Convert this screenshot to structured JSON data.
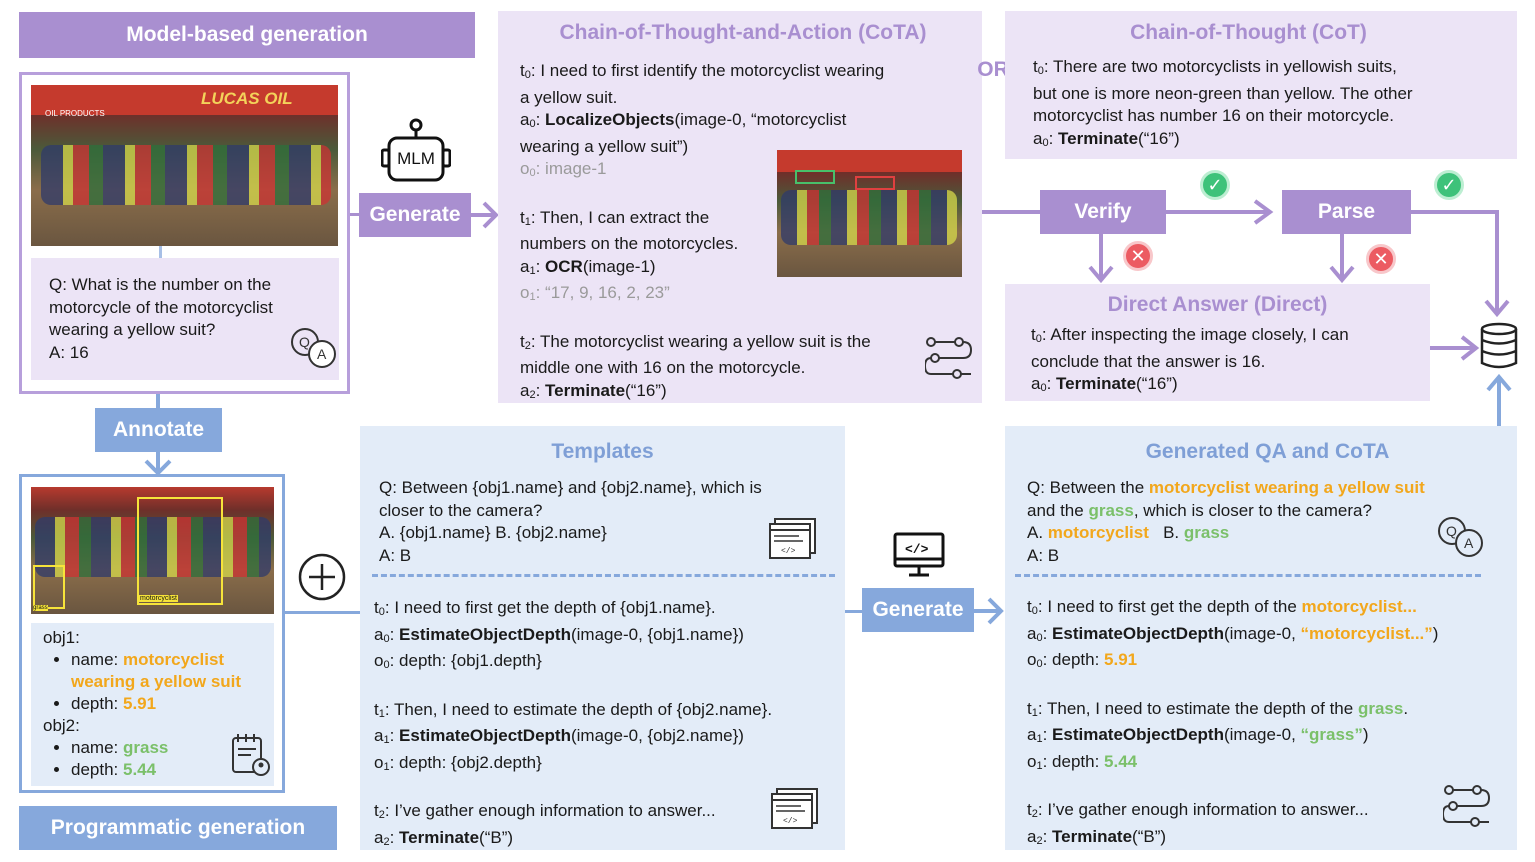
{
  "labels": {
    "model_based": "Model-based generation",
    "programmatic": "Programmatic generation",
    "annotate": "Annotate",
    "generate_top": "Generate",
    "generate_bottom": "Generate",
    "verify": "Verify",
    "parse": "Parse",
    "or": "OR",
    "mlm": "MLM"
  },
  "qa_box": {
    "q_lines": [
      "Q: What is the number on the",
      "motorcycle of the motorcyclist",
      "wearing a yellow suit?"
    ],
    "a": "A: 16"
  },
  "objects": {
    "obj1_head": "obj1:",
    "obj1_name_label": "name: ",
    "obj1_name_l1": "motorcyclist",
    "obj1_name_l2": "wearing a yellow suit",
    "obj1_depth_label": "depth: ",
    "obj1_depth": "5.91",
    "obj2_head": "obj2:",
    "obj2_name_label": "name: ",
    "obj2_name": "grass",
    "obj2_depth_label": "depth: ",
    "obj2_depth": "5.44"
  },
  "cota": {
    "title": "Chain-of-Thought-and-Action (CoTA)",
    "t0_l1": "I need to first identify the motorcyclist wearing",
    "t0_l2": "a yellow suit.",
    "a0_fn": "LocalizeObjects",
    "a0_args_l1": "(image-0, “motorcyclist",
    "a0_args_l2": "wearing a yellow suit”)",
    "o0": "image-1",
    "t1_l1": "Then, I can extract the",
    "t1_l2": "numbers on the motorcycles.",
    "a1_fn": "OCR",
    "a1_args": "(image-1)",
    "o1": "“17, 9, 16, 2, 23”",
    "t2_l1": "The motorcyclist wearing a yellow suit is the",
    "t2_l2": "middle one with 16 on the motorcycle.",
    "a2_fn": "Terminate",
    "a2_args": "(“16”)"
  },
  "cot": {
    "title": "Chain-of-Thought (CoT)",
    "t0_l1": "There are two motorcyclists in yellowish suits,",
    "t0_l2": "but one is more neon-green than yellow. The other",
    "t0_l3": "motorcyclist has number 16 on their motorcycle.",
    "a0_fn": "Terminate",
    "a0_args": "(“16”)"
  },
  "direct": {
    "title": "Direct Answer (Direct)",
    "t0_l1": "After inspecting the image closely, I can",
    "t0_l2": "conclude that the answer is 16.",
    "a0_fn": "Terminate",
    "a0_args": "(“16”)"
  },
  "templates": {
    "title": "Templates",
    "q_l1": "Q: Between {obj1.name} and {obj2.name}, which is",
    "q_l2": "closer to the camera?",
    "opts": "A. {obj1.name}  B. {obj2.name}",
    "a": "A: B",
    "t0": "I need to first get the depth of {obj1.name}.",
    "a0_fn": "EstimateObjectDepth",
    "a0_args": "(image-0, {obj1.name})",
    "o0": "depth: {obj1.depth}",
    "t1": "Then, I need to estimate the depth of {obj2.name}.",
    "a1_fn": "EstimateObjectDepth",
    "a1_args": "(image-0, {obj2.name})",
    "o1": "depth: {obj2.depth}",
    "t2": "I’ve gather enough information to answer...",
    "a2_fn": "Terminate",
    "a2_args": "(“B”)"
  },
  "generated": {
    "title": "Generated QA and CoTA",
    "q_pre": "Q: Between the ",
    "q_obj1": "motorcyclist wearing a yellow suit",
    "q_l2_pre": "and the ",
    "q_obj2": "grass",
    "q_l2_post": ", which is closer to the camera?",
    "opt_a_pre": "A. ",
    "opt_a": "motorcyclist",
    "opt_b_pre": "B. ",
    "opt_b": "grass",
    "a": "A: B",
    "t0_pre": "I need to first get the depth of the ",
    "t0_obj": "motorcyclist...",
    "a0_fn": "EstimateObjectDepth",
    "a0_args_pre": "(image-0, ",
    "a0_arg": "“motorcyclist...”",
    "a0_args_post": ")",
    "o0_pre": "depth: ",
    "o0_val": "5.91",
    "t1_pre": "Then, I need to estimate the depth of the ",
    "t1_obj": "grass",
    "t1_post": ".",
    "a1_fn": "EstimateObjectDepth",
    "a1_args_pre": "(image-0, ",
    "a1_arg": "“grass”",
    "a1_args_post": ")",
    "o1_pre": "depth: ",
    "o1_val": "5.44",
    "t2": "I’ve gather enough information to answer...",
    "a2_fn": "Terminate",
    "a2_args": "(“B”)"
  },
  "photo_text": {
    "brand": "LUCAS OIL",
    "brand2": "OIL PRODUCTS",
    "bbox_label1": "motorcyclist",
    "bbox_label2": "grass"
  },
  "colors": {
    "purple": "#a98fd0",
    "blue": "#86a8dc",
    "orange": "#f2a71c",
    "green": "#7bc06a"
  }
}
